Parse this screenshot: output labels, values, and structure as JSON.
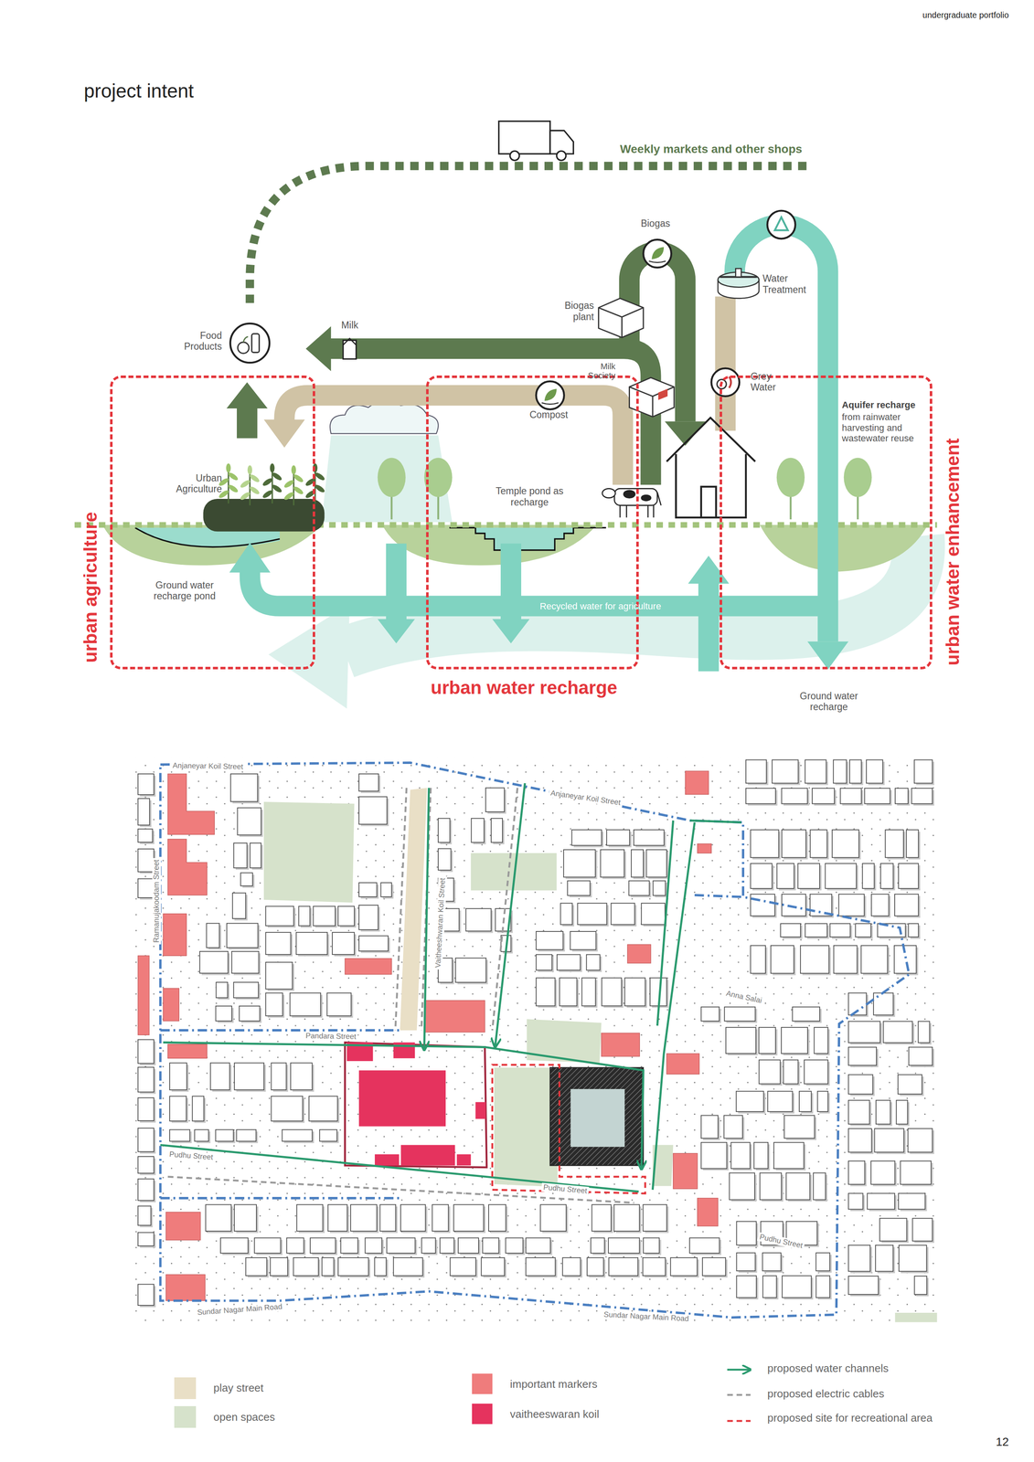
{
  "diagram": {
    "title": "project intent",
    "nodes": [
      {
        "text": [
          "urban agriculture"
        ]
      },
      {
        "text": [
          "urban water recharge"
        ]
      },
      {
        "text": [
          "urban water enhancement"
        ]
      }
    ],
    "labels": [
      "undergraduate portfolio",
      "Weekly markets and other shops",
      "Biogas",
      "Water Treatment",
      "Biogas plant",
      "Milk",
      "Food Products",
      "Milk Society",
      "Compost",
      "Grey Water",
      "Aquifer recharge",
      "from rainwater harvesting and wastewater reuse",
      "Urban Agriculture",
      "Temple pond as recharge",
      "Ground water recharge pond",
      "Recycled water for agriculture",
      "Ground water recharge",
      "Anjaneyar Koil Street",
      "Anjaneyar Koil Street",
      "Ramanujakoodam Street",
      "Vaitheeshwaran Koil Street",
      "Pandara Street",
      "Anna Salai",
      "Pudhu Street",
      "Pudhu Street",
      "Pudhu Street",
      "Sundar Nagar Main Road",
      "Sundar Nagar Main Road",
      "12"
    ],
    "legend": [
      {
        "text": "play street",
        "color": "#e9dfc6"
      },
      {
        "text": "open spaces",
        "color": "#d6e2cb"
      },
      {
        "text": "important markers",
        "color": "#ef7c7c"
      },
      {
        "text": "vaitheeswaran koil",
        "color": "#e5335e"
      },
      {
        "text": "proposed water channels"
      },
      {
        "text": "proposed electric cables"
      },
      {
        "text": "proposed site for recreational area"
      }
    ]
  }
}
